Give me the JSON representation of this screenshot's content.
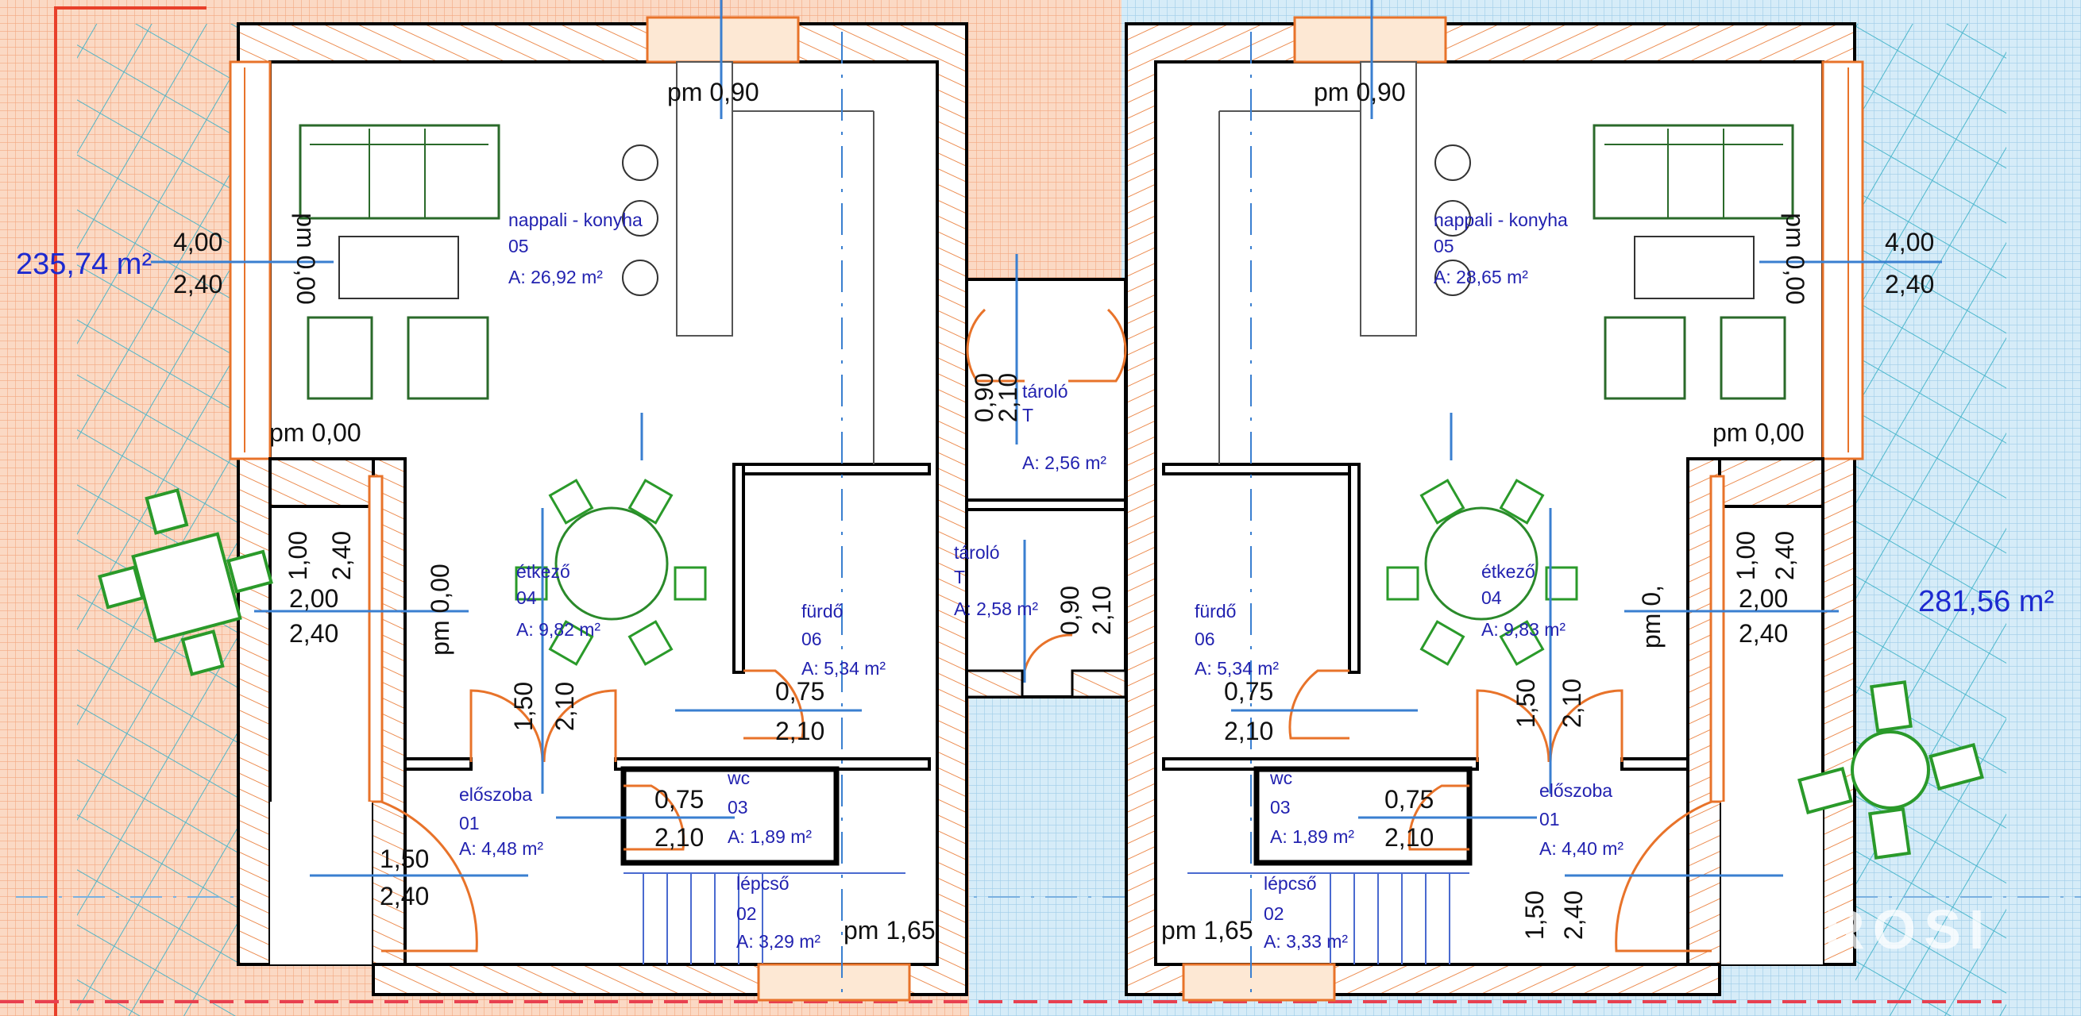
{
  "plot_areas": {
    "left": "235,74 m²",
    "right": "281,56 m²"
  },
  "watermark": "VÁROSI",
  "left_unit": {
    "living": {
      "name": "nappali - konyha",
      "num": "05",
      "area": "A:      26,92 m²"
    },
    "dining": {
      "name": "étkező",
      "num": "04",
      "area": "A: 9,82 m²"
    },
    "bath": {
      "name": "fürdő",
      "num": "06",
      "area": "A: 5,34 m²"
    },
    "hall": {
      "name": "előszoba",
      "num": "01",
      "area": "A: 4,48 m²"
    },
    "wc": {
      "name": "wc",
      "num": "03",
      "area": "A: 1,89 m²"
    },
    "stairs": {
      "name": "lépcső",
      "num": "02",
      "area": "A: 3,29 m²"
    },
    "storage": {
      "name": "tároló",
      "num": "T",
      "area": "A: 2,56 m²"
    },
    "dims": {
      "pm_top": "pm  0,90",
      "pm_living": "pm  0,00",
      "pm_living_v": "pm  0,00",
      "pm_dining_v": "pm  0,00",
      "pm_stairs": "pm  1,65",
      "win_living_w": "4,00",
      "win_living_h": "2,40",
      "win_dining_sill": "1,00",
      "win_dining_top": "2,40",
      "win_dining_w": "2,00",
      "win_dining_h": "2,40",
      "door_dining_w": "1,50",
      "door_dining_h": "2,10",
      "door_bath_w": "0,75",
      "door_bath_h": "2,10",
      "door_wc_w": "0,75",
      "door_wc_h": "2,10",
      "door_entry_w": "1,50",
      "door_entry_h": "2,40",
      "door_storage_w": "0,90",
      "door_storage_h": "2,10"
    }
  },
  "middle_storage": {
    "name": "tároló",
    "num": "T",
    "area": "A: 2,58 m²",
    "door_w": "0,90",
    "door_h": "2,10"
  },
  "right_unit": {
    "living": {
      "name": "nappali - konyha",
      "num": "05",
      "area": "A:      28,65 m²"
    },
    "dining": {
      "name": "étkező",
      "num": "04",
      "area": "A: 9,83 m²"
    },
    "bath": {
      "name": "fürdő",
      "num": "06",
      "area": "A: 5,34 m²"
    },
    "hall": {
      "name": "előszoba",
      "num": "01",
      "area": "A: 4,40 m²"
    },
    "wc": {
      "name": "wc",
      "num": "03",
      "area": "A: 1,89 m²"
    },
    "stairs": {
      "name": "lépcső",
      "num": "02",
      "area": "A: 3,33 m²"
    },
    "dims": {
      "pm_top": "pm  0,90",
      "pm_living": "pm  0,00",
      "pm_living_v": "pm  0,00",
      "pm_dining_v": "pm  0,",
      "pm_stairs": "pm  1,65",
      "win_living_w": "4,00",
      "win_living_h": "2,40",
      "win_dining_sill": "1,00",
      "win_dining_top": "2,40",
      "win_dining_w": "2,00",
      "win_dining_h": "2,40",
      "door_dining_w": "1,50",
      "door_dining_h": "2,10",
      "door_bath_w": "0,75",
      "door_bath_h": "2,10",
      "door_wc_w": "0,75",
      "door_wc_h": "2,10",
      "door_entry_w": "1,50",
      "door_entry_h": "2,40"
    }
  },
  "colors": {
    "brick": "#e8732a",
    "room_text": "#2222b0",
    "furniture": "#2a9a2a",
    "dim_line": "#3a7fd0"
  }
}
